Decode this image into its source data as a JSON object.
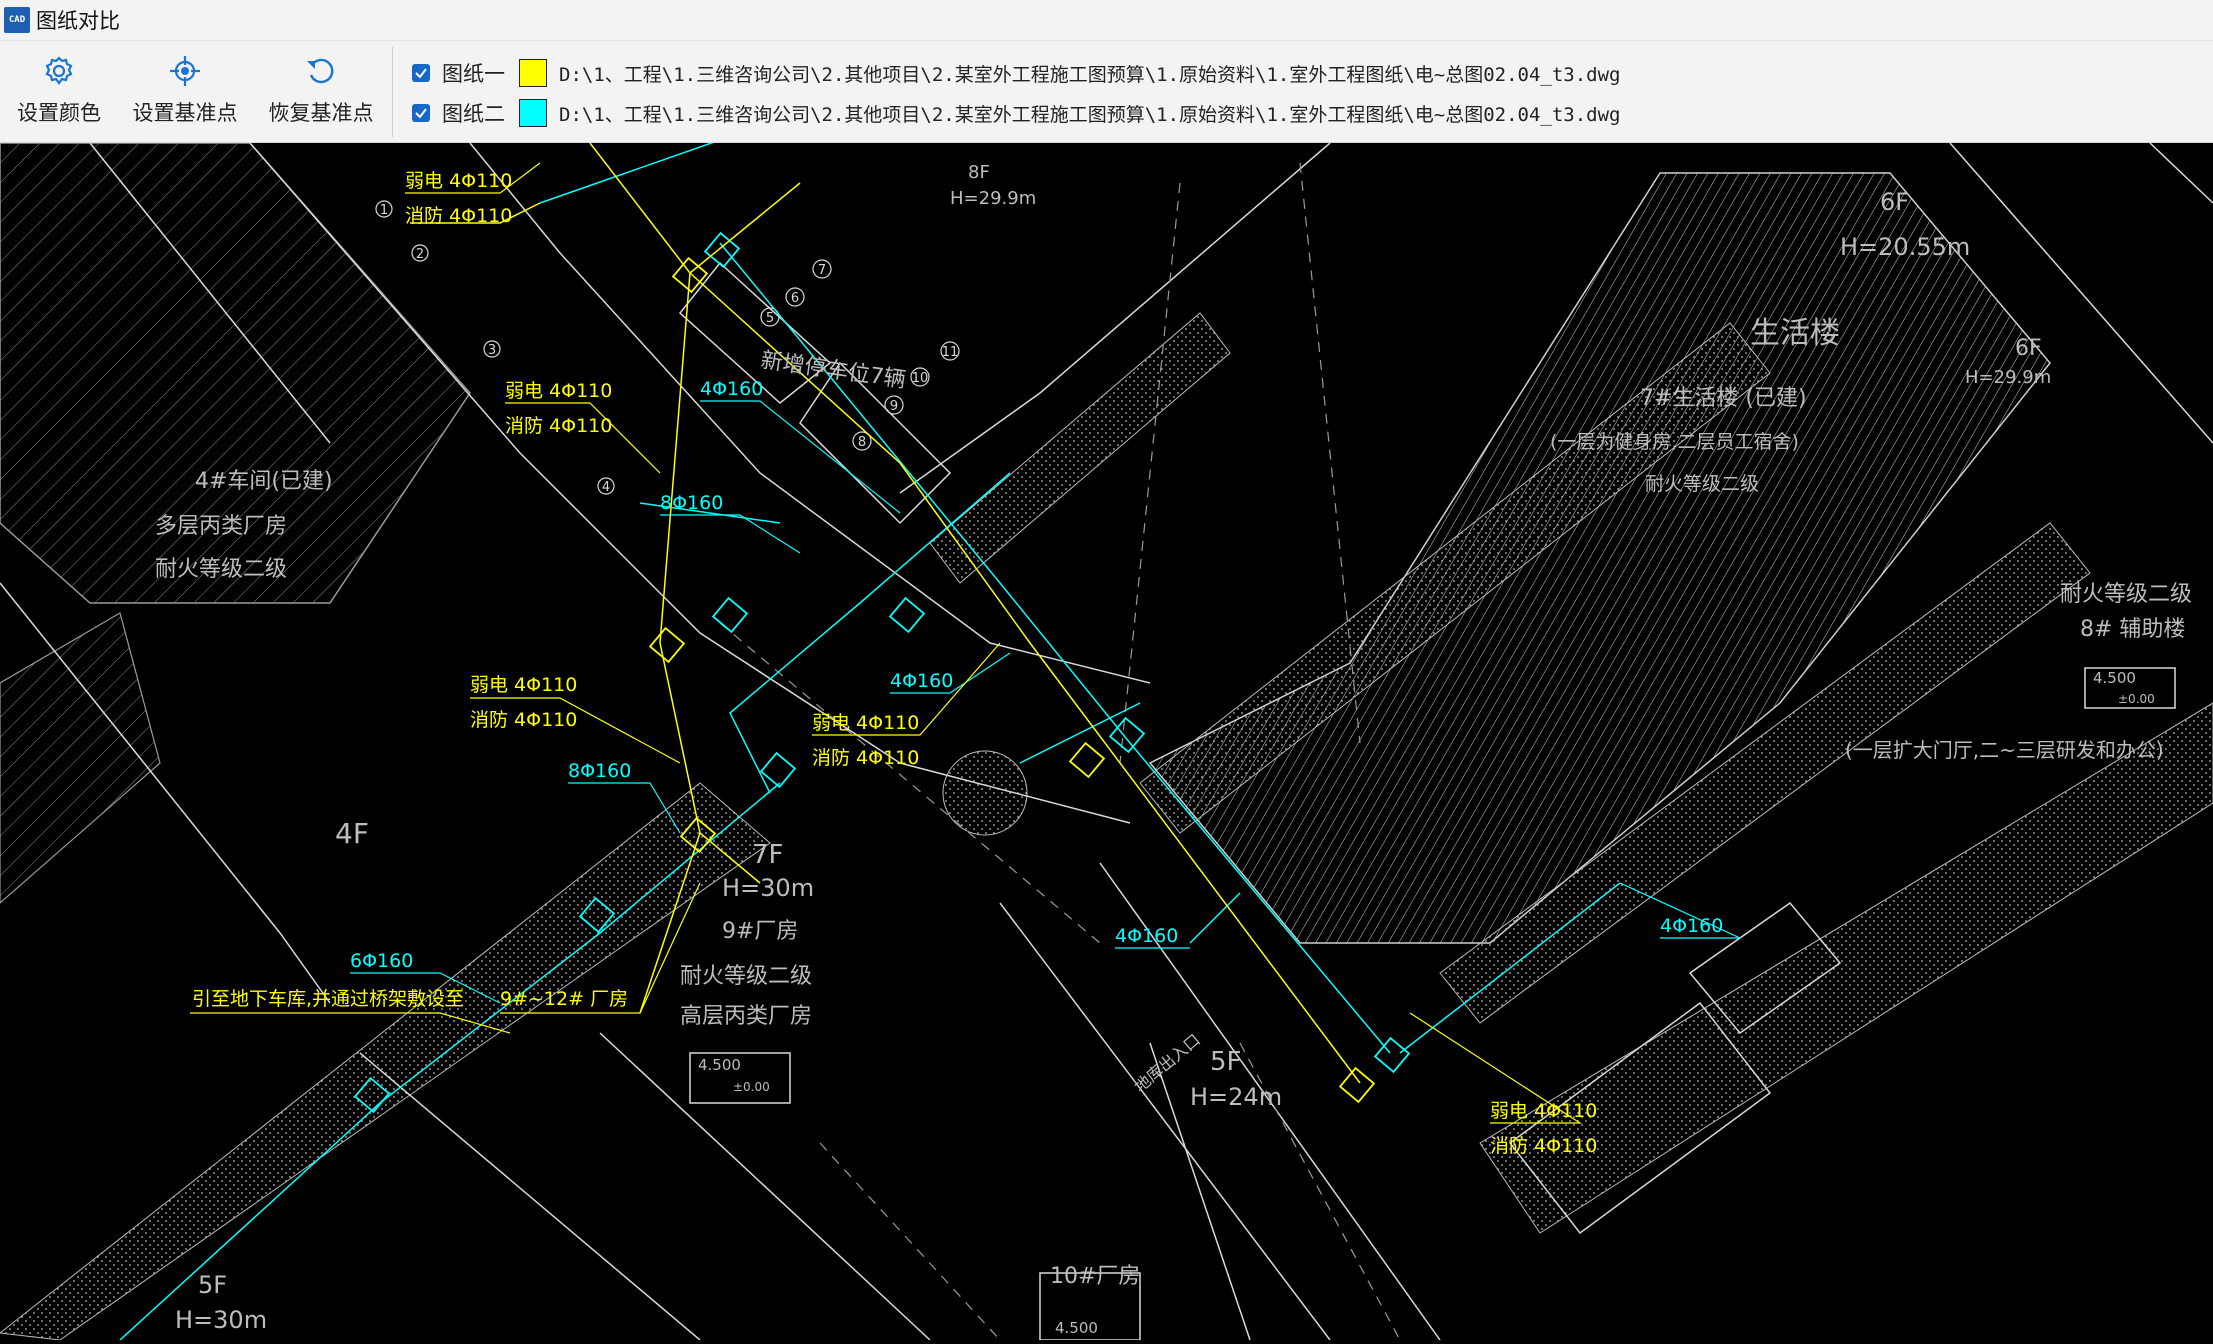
{
  "window": {
    "title": "图纸对比",
    "app_icon_text": "CAD"
  },
  "toolbar": {
    "set_color": {
      "label": "设置颜色",
      "icon": "gear-icon"
    },
    "set_base": {
      "label": "设置基准点",
      "icon": "crosshair-icon"
    },
    "restore_base": {
      "label": "恢复基准点",
      "icon": "undo-icon"
    }
  },
  "drawings": [
    {
      "label": "图纸一",
      "checked": true,
      "color": "#ffff00",
      "path": "D:\\1、工程\\1.三维咨询公司\\2.其他项目\\2.某室外工程施工图预算\\1.原始资料\\1.室外工程图纸\\电~总图02.04_t3.dwg"
    },
    {
      "label": "图纸二",
      "checked": true,
      "color": "#00ffff",
      "path": "D:\\1、工程\\1.三维咨询公司\\2.其他项目\\2.某室外工程施工图预算\\1.原始资料\\1.室外工程图纸\\电~总图02.04_t3.dwg"
    }
  ],
  "cad": {
    "colors": {
      "yellow": "#ffff00",
      "cyan": "#00ffff",
      "white": "#d9d9d9",
      "background": "#000000"
    },
    "labels": {
      "weak_elec_1": "弱电 4Φ110",
      "fire_1": "消防 4Φ110",
      "weak_elec_2": "弱电 4Φ110",
      "fire_2": "消防 4Φ110",
      "weak_elec_3": "弱电 4Φ110",
      "fire_3": "消防 4Φ110",
      "weak_elec_4": "弱电 4Φ110",
      "fire_4": "消防 4Φ110",
      "weak_elec_5": "弱电 4Φ110",
      "fire_5": "消防 4Φ110",
      "pipe_4_160_a": "4Φ160",
      "pipe_8_160_a": "8Φ160",
      "pipe_4_160_b": "4Φ160",
      "pipe_8_160_b": "8Φ160",
      "pipe_6_160": "6Φ160",
      "pipe_4_160_c": "4Φ160",
      "pipe_4_160_d": "4Φ160",
      "note_garage": "引至地下车库,并通过桥架敷设至",
      "note_plants": "9#~12# 厂房",
      "parking": "新增停车位7辆",
      "ws4_name": "4#车间(已建)",
      "ws4_type": "多层丙类厂房",
      "ws4_fire": "耐火等级二级",
      "ws4_floors": "4F",
      "b8f": "8F",
      "b8f_h": "H=29.9m",
      "f6_a": "6F",
      "f6_a_h": "H=20.55m",
      "f6_b": "6F",
      "f6_b_h": "H=29.9m",
      "living": "生活楼",
      "b7_name": "7#生活楼 (已建)",
      "b7_desc": "(一层为健身房,二层员工宿舍)",
      "b7_fire": "耐火等级二级",
      "b8_fire": "耐火等级二级",
      "b8_name": "8# 辅助楼",
      "b8_desc": "(一层扩大门厅,二~三层研发和办公)",
      "elev_1": "4.500",
      "elev_1_sub": "±0.00",
      "p9_floors": "7F",
      "p9_h": "H=30m",
      "p9_name": "9#厂房",
      "p9_fire": "耐火等级二级",
      "p9_type": "高层丙类厂房",
      "elev_2": "4.500",
      "elev_2_sub": "±0.00",
      "b5f": "5F",
      "b5f_h": "H=24m",
      "b5f_left": "5F",
      "b5f_left_h": "H=30m",
      "p10_name": "10#厂房",
      "elev_3": "4.500",
      "entrance": "地库出入口",
      "lot_5": "5",
      "lot_6": "6",
      "lot_7": "7",
      "lot_8": "8",
      "lot_9": "9",
      "lot_10": "10",
      "lot_11": "11",
      "lot_l1": "1",
      "lot_l2": "2",
      "lot_l3": "3",
      "lot_l4": "4"
    }
  }
}
